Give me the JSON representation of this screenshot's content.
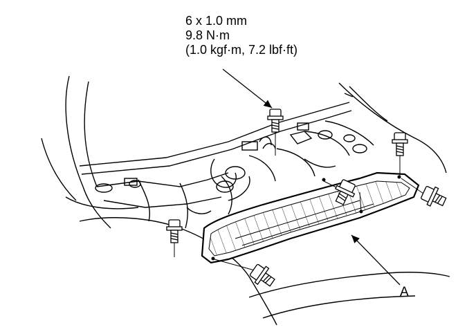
{
  "spec": {
    "bolt_size": "6 x 1.0 mm",
    "torque_nm": "9.8 N·m",
    "torque_alt": "(1.0 kgf·m, 7.2 lbf·ft)"
  },
  "callout": {
    "label": "A"
  }
}
